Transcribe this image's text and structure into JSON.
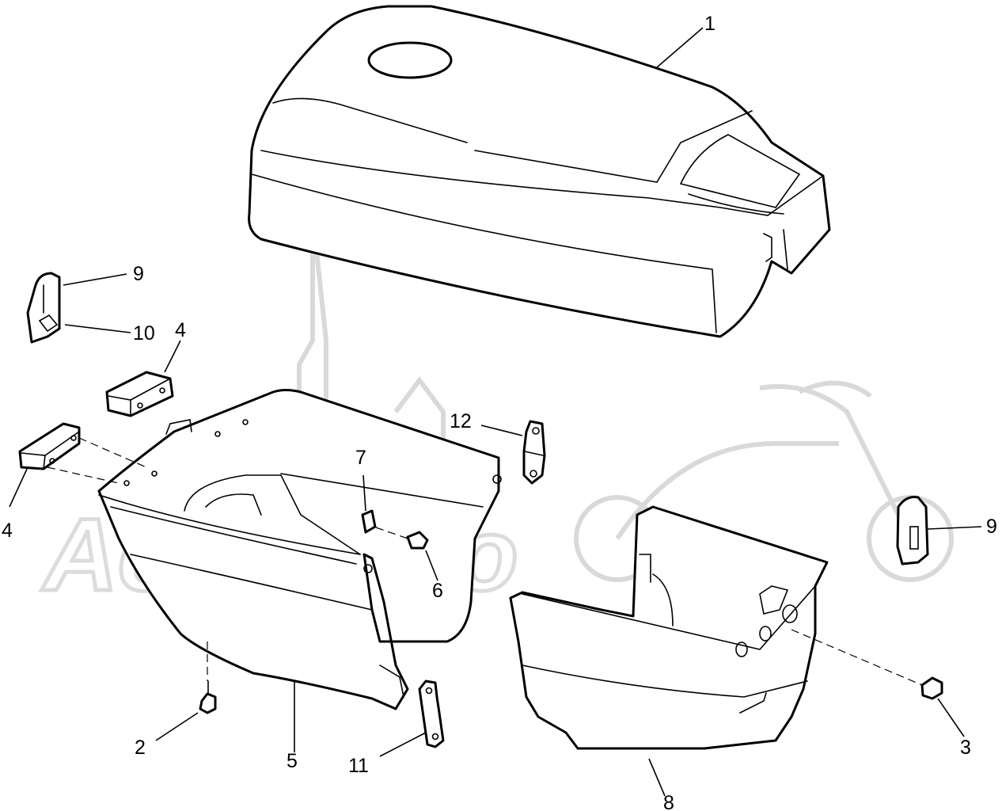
{
  "watermark": {
    "text": "AcerMoto"
  },
  "callouts": [
    {
      "id": "1",
      "label": "1"
    },
    {
      "id": "2",
      "label": "2"
    },
    {
      "id": "3",
      "label": "3"
    },
    {
      "id": "4a",
      "label": "4"
    },
    {
      "id": "4b",
      "label": "4"
    },
    {
      "id": "5",
      "label": "5"
    },
    {
      "id": "6",
      "label": "6"
    },
    {
      "id": "7",
      "label": "7"
    },
    {
      "id": "8",
      "label": "8"
    },
    {
      "id": "9a",
      "label": "9"
    },
    {
      "id": "9b",
      "label": "9"
    },
    {
      "id": "10",
      "label": "10"
    },
    {
      "id": "11",
      "label": "11"
    },
    {
      "id": "12",
      "label": "12"
    }
  ]
}
